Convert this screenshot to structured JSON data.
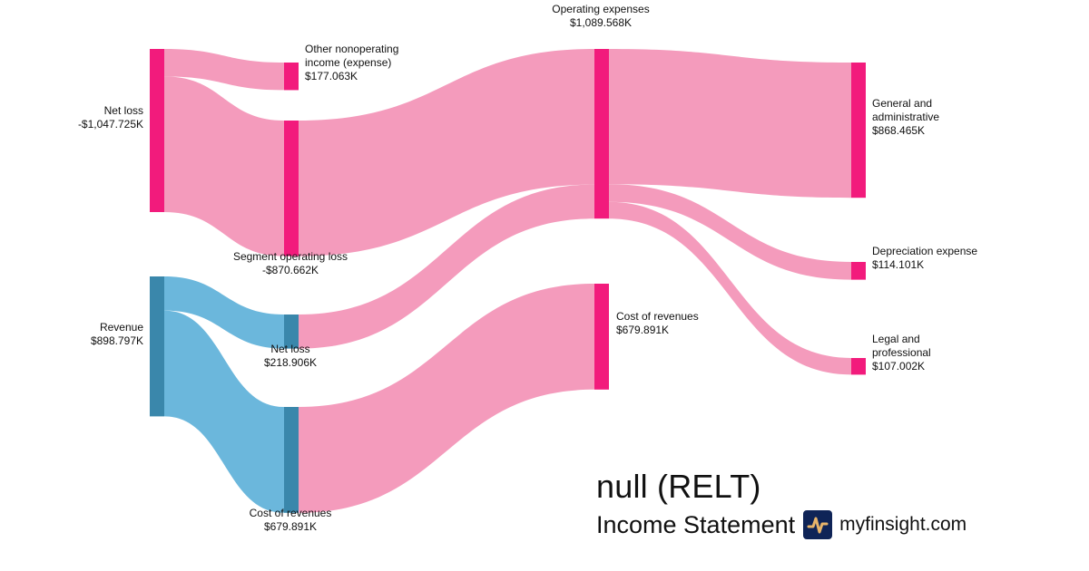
{
  "title": {
    "company": "null (RELT)",
    "statement": "Income Statement",
    "site": "myfinsight.com",
    "logo_icon": "pulse-line-icon"
  },
  "colors": {
    "expense_node": "#f21b7c",
    "expense_link": "#f49bbc",
    "revenue_node": "#3a87ab",
    "revenue_link": "#6bb7dc",
    "logo_bg": "#0f2457",
    "logo_line": "#e8b46a"
  },
  "chart_data": {
    "type": "sankey",
    "unit": "USD thousands",
    "nodes": [
      {
        "id": "net_loss_src",
        "column": 0,
        "name": "Net loss",
        "value_label": "-$1,047.725K",
        "value": -1047.725,
        "kind": "expense"
      },
      {
        "id": "revenue",
        "column": 0,
        "name": "Revenue",
        "value_label": "$898.797K",
        "value": 898.797,
        "kind": "revenue"
      },
      {
        "id": "other_nonop",
        "column": 1,
        "name": "Other nonoperating income (expense)",
        "name_lines": [
          "Other nonoperating",
          "income (expense)"
        ],
        "value_label": "$177.063K",
        "value": 177.063,
        "kind": "expense"
      },
      {
        "id": "segment_op_loss",
        "column": 1,
        "name": "Segment operating loss",
        "value_label": "-$870.662K",
        "value": -870.662,
        "kind": "expense"
      },
      {
        "id": "net_loss_mid",
        "column": 1,
        "name": "Net loss",
        "value_label": "$218.906K",
        "value": 218.906,
        "kind": "revenue"
      },
      {
        "id": "cost_rev_mid",
        "column": 1,
        "name": "Cost of revenues",
        "value_label": "$679.891K",
        "value": 679.891,
        "kind": "revenue"
      },
      {
        "id": "operating_expenses",
        "column": 2,
        "name": "Operating expenses",
        "value_label": "$1,089.568K",
        "value": 1089.568,
        "kind": "expense"
      },
      {
        "id": "cost_rev_right",
        "column": 2,
        "name": "Cost of revenues",
        "value_label": "$679.891K",
        "value": 679.891,
        "kind": "expense"
      },
      {
        "id": "g_and_a",
        "column": 3,
        "name": "General and administrative",
        "name_lines": [
          "General and",
          "administrative"
        ],
        "value_label": "$868.465K",
        "value": 868.465,
        "kind": "expense"
      },
      {
        "id": "depreciation",
        "column": 3,
        "name": "Depreciation expense",
        "value_label": "$114.101K",
        "value": 114.101,
        "kind": "expense"
      },
      {
        "id": "legal",
        "column": 3,
        "name": "Legal and professional",
        "name_lines": [
          "Legal and",
          "professional"
        ],
        "value_label": "$107.002K",
        "value": 107.002,
        "kind": "expense"
      }
    ],
    "links": [
      {
        "source": "net_loss_src",
        "target": "other_nonop",
        "value": 177.063,
        "kind": "expense"
      },
      {
        "source": "net_loss_src",
        "target": "segment_op_loss",
        "value": 870.662,
        "kind": "expense"
      },
      {
        "source": "revenue",
        "target": "net_loss_mid",
        "value": 218.906,
        "kind": "revenue"
      },
      {
        "source": "revenue",
        "target": "cost_rev_mid",
        "value": 679.891,
        "kind": "revenue"
      },
      {
        "source": "segment_op_loss",
        "target": "operating_expenses",
        "value": 870.662,
        "kind": "expense"
      },
      {
        "source": "net_loss_mid",
        "target": "operating_expenses",
        "value": 218.906,
        "kind": "expense"
      },
      {
        "source": "cost_rev_mid",
        "target": "cost_rev_right",
        "value": 679.891,
        "kind": "expense"
      },
      {
        "source": "operating_expenses",
        "target": "g_and_a",
        "value": 868.465,
        "kind": "expense"
      },
      {
        "source": "operating_expenses",
        "target": "depreciation",
        "value": 114.101,
        "kind": "expense"
      },
      {
        "source": "operating_expenses",
        "target": "legal",
        "value": 107.002,
        "kind": "expense"
      }
    ]
  }
}
